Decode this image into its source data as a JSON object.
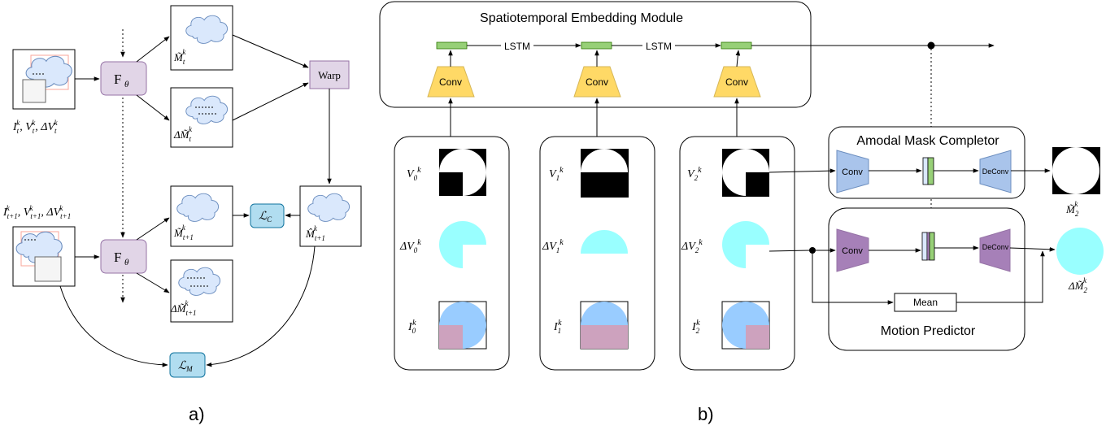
{
  "panel_a": {
    "label": "a)",
    "f_theta_top": "F",
    "f_theta_bottom": "F",
    "theta_sub": "θ",
    "warp": "Warp",
    "loss_c": "C",
    "loss_m": "M",
    "loss_prefix": "ℒ",
    "input_top_label": "I_t^k, V_t^k, ΔV_t^k",
    "input_bottom_label": "I_{t+1}^k, V_{t+1}^k, ΔV_{t+1}^k",
    "m_tilde_t": "M̃_t^k",
    "delta_m_tilde_t": "ΔM̃_t^k",
    "m_tilde_t1": "M̃_{t+1}^k",
    "delta_m_tilde_t1": "ΔM̃_{t+1}^k",
    "m_hat_t1": "M̂_{t+1}^k"
  },
  "panel_b": {
    "label": "b)",
    "embedding_title": "Spatiotemporal Embedding Module",
    "lstm_label": "LSTM",
    "conv_label": "Conv",
    "deconv_label": "DeConv",
    "mean_label": "Mean",
    "amodal_title": "Amodal Mask Completor",
    "motion_title": "Motion Predictor",
    "frames": [
      {
        "v": "V",
        "v_sub": "0",
        "dv": "ΔV",
        "dv_sub": "0",
        "i": "I",
        "i_sub": "0"
      },
      {
        "v": "V",
        "v_sub": "1",
        "dv": "ΔV",
        "dv_sub": "1",
        "i": "I",
        "i_sub": "1"
      },
      {
        "v": "V",
        "v_sub": "2",
        "dv": "ΔV",
        "dv_sub": "2",
        "i": "I",
        "i_sub": "2"
      }
    ],
    "sup_k": "k",
    "out_m": "M̃",
    "out_dm": "ΔM̃",
    "out_sub": "2"
  },
  "colors": {
    "f_theta_fill": "#e1d5e7",
    "f_theta_stroke": "#9673a6",
    "loss_fill": "#b1ddf0",
    "loss_stroke": "#10739e",
    "cloud_fill": "#dae8fc",
    "cloud_stroke": "#6c8ebf",
    "conv_yellow": "#ffd966",
    "conv_blue": "#a9c4eb",
    "conv_purple": "#a680b8",
    "lstm_green": "#97d077",
    "cyan": "#99ffff",
    "light_blue": "#99ccff",
    "pink": "#cda2be"
  }
}
